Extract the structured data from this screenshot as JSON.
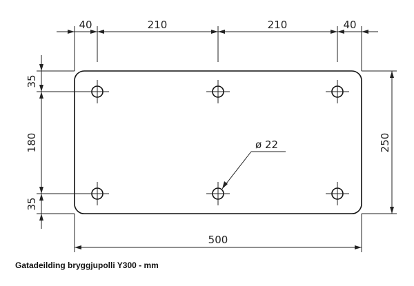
{
  "drawing": {
    "top_dims": [
      "40",
      "210",
      "210",
      "40"
    ],
    "left_dims": [
      "35",
      "180",
      "35"
    ],
    "bottom_dim": "500",
    "right_dim": "250",
    "hole_label": "ø 22"
  },
  "caption": "Gatadeilding bryggjupolli Y300 - mm"
}
